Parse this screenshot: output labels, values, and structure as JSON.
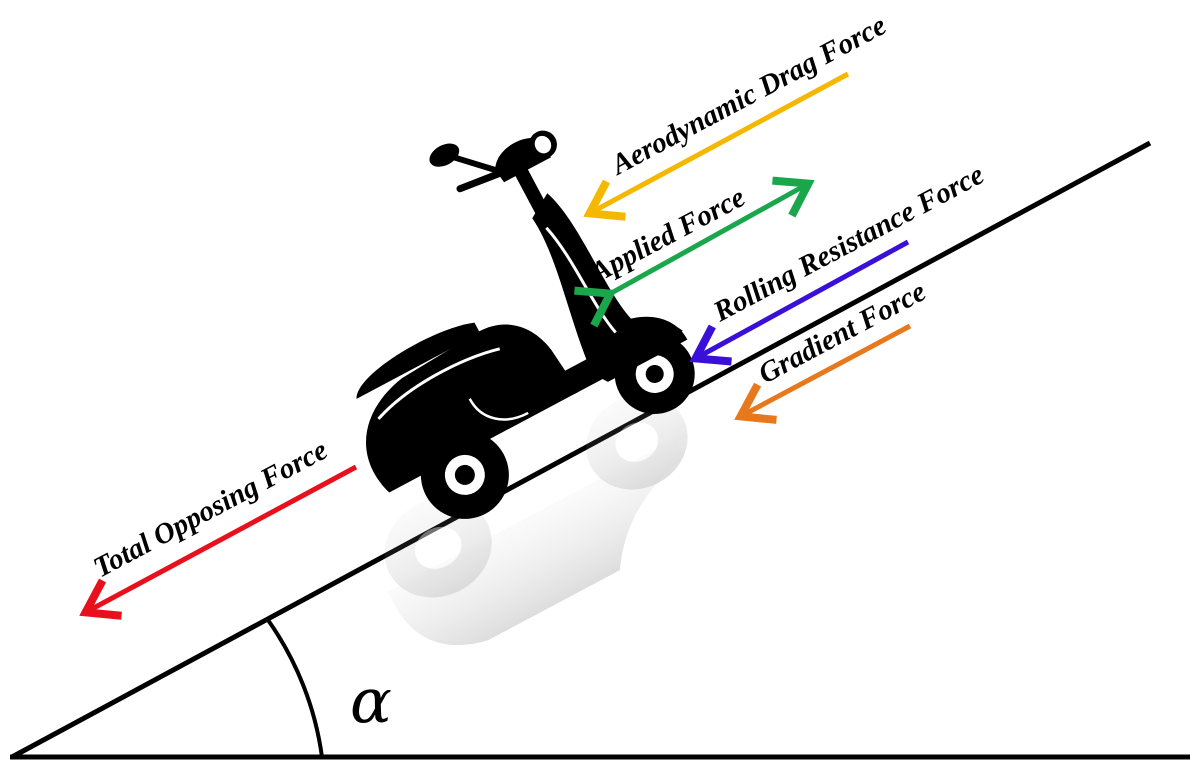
{
  "labels": {
    "aerodynamic": "Aerodynamic Drag Force",
    "applied": "Applied Force",
    "rolling": "Rolling Resistance Force",
    "gradient": "Gradient Force",
    "total": "Total Opposing Force",
    "angle": "α"
  },
  "colors": {
    "aerodynamic": "#f5b800",
    "applied": "#1aa64b",
    "rolling": "#3a10d8",
    "gradient": "#e8781c",
    "total": "#e8101c",
    "ground": "#000000"
  },
  "icons": {
    "vehicle": "scooter-icon"
  }
}
